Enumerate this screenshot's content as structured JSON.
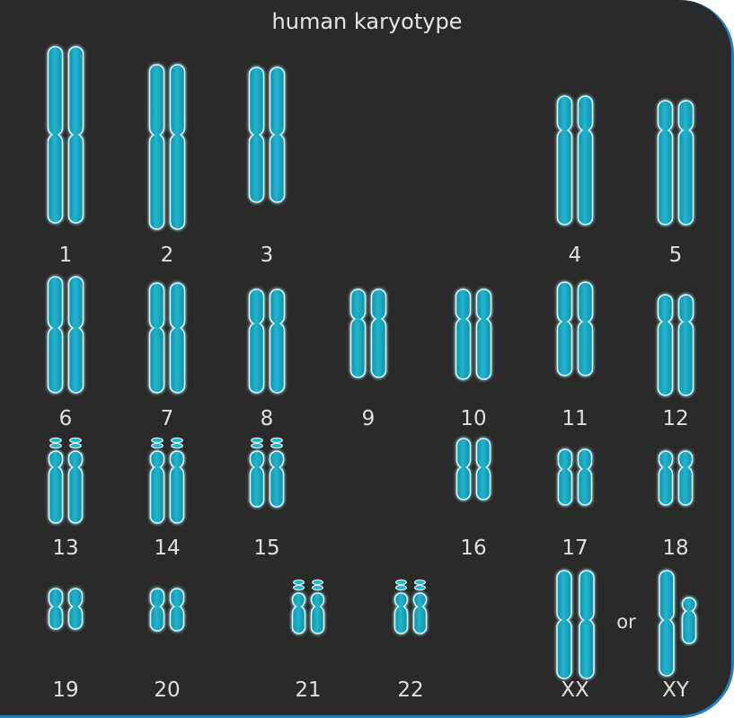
{
  "title": "human karyotype",
  "colors": {
    "background": "#2a2a2a",
    "border": "#1f7fc0",
    "chromosome": "#17a9c4",
    "chromosome_light": "#9fe7f2",
    "text": "#e0e0e0"
  },
  "labels": {
    "c1": "1",
    "c2": "2",
    "c3": "3",
    "c4": "4",
    "c5": "5",
    "c6": "6",
    "c7": "7",
    "c8": "8",
    "c9": "9",
    "c10": "10",
    "c11": "11",
    "c12": "12",
    "c13": "13",
    "c14": "14",
    "c15": "15",
    "c16": "16",
    "c17": "17",
    "c18": "18",
    "c19": "19",
    "c20": "20",
    "c21": "21",
    "c22": "22",
    "xx": "XX",
    "or": "or",
    "xy": "XY"
  }
}
